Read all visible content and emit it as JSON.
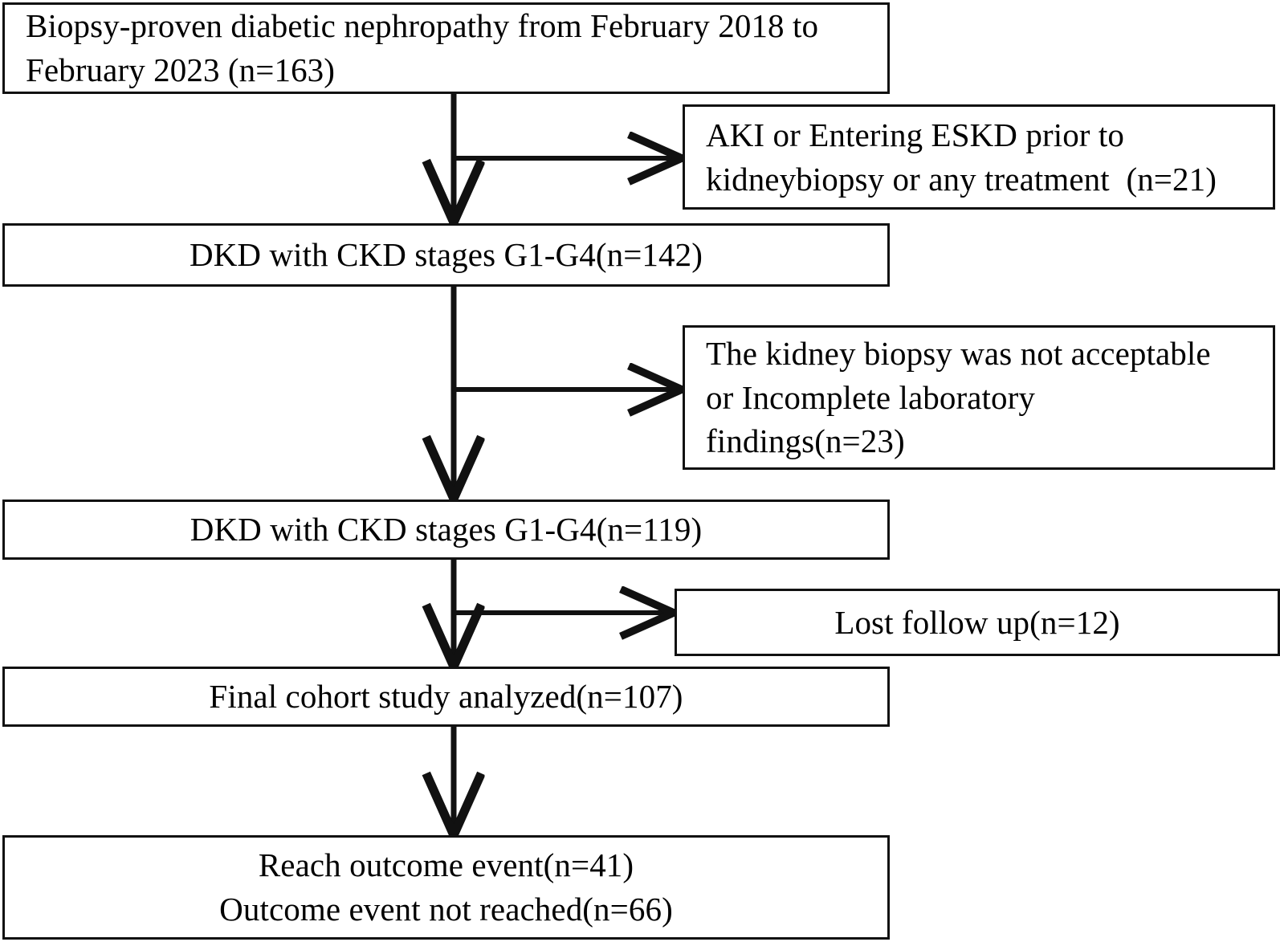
{
  "figure": {
    "type": "study-flow-diagram",
    "stroke_color": "#111111",
    "background_color": "#ffffff"
  },
  "nodes": {
    "source_cohort": {
      "line1": "Biopsy-proven diabetic nephropathy from February 2018 to",
      "line2": "February 2023 (n=163)"
    },
    "exclusion_aki": {
      "line1": "AKI or Entering ESKD prior to",
      "line2": "kidneybiopsy or any treatment  (n=21)"
    },
    "stage_142": {
      "line1": "DKD with CKD stages G1-G4(n=142)"
    },
    "exclusion_biopsy": {
      "line1": "The kidney biopsy was not acceptable",
      "line2": "or Incomplete laboratory",
      "line3": "findings(n=23)"
    },
    "stage_119": {
      "line1": "DKD with CKD stages G1-G4(n=119)"
    },
    "exclusion_lost": {
      "line1": "Lost follow up(n=12)"
    },
    "final_cohort": {
      "line1": "Final cohort study analyzed(n=107)"
    },
    "outcomes": {
      "line1": "Reach outcome event(n=41)",
      "line2": "Outcome event not reached(n=66)"
    }
  },
  "counts": {
    "enrolled": 163,
    "excluded_aki_eskd": 21,
    "stage_after_first_exclusion": 142,
    "excluded_biopsy_or_labs": 23,
    "stage_after_second_exclusion": 119,
    "lost_to_follow_up": 12,
    "final_analyzed": 107,
    "outcome_reached": 41,
    "outcome_not_reached": 66
  }
}
